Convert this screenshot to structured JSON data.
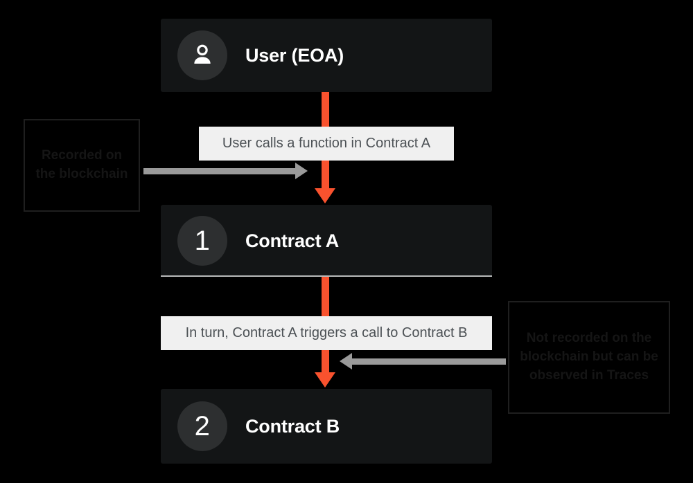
{
  "diagram": {
    "background_color": "#000000",
    "accent_color": "#f9522e",
    "node_color": "#131516",
    "chip_color": "#f0f0f0",
    "connector_color": "#9a9a9a"
  },
  "nodes": [
    {
      "id": "user",
      "icon": "person-icon",
      "badge": "",
      "label": "User (EOA)"
    },
    {
      "id": "contract-a",
      "icon": "",
      "badge": "1",
      "label": "Contract A"
    },
    {
      "id": "contract-b",
      "icon": "",
      "badge": "2",
      "label": "Contract B"
    }
  ],
  "flow_labels": [
    {
      "id": "call-a",
      "text": "User calls a function in Contract A"
    },
    {
      "id": "call-b",
      "text": "In turn, Contract A triggers a call to Contract B"
    }
  ],
  "annotations": [
    {
      "id": "recorded",
      "text": "Recorded on the blockchain",
      "position": "left"
    },
    {
      "id": "not-recorded",
      "text": "Not recorded on the blockchain but can be observed in Traces",
      "position": "right"
    }
  ]
}
